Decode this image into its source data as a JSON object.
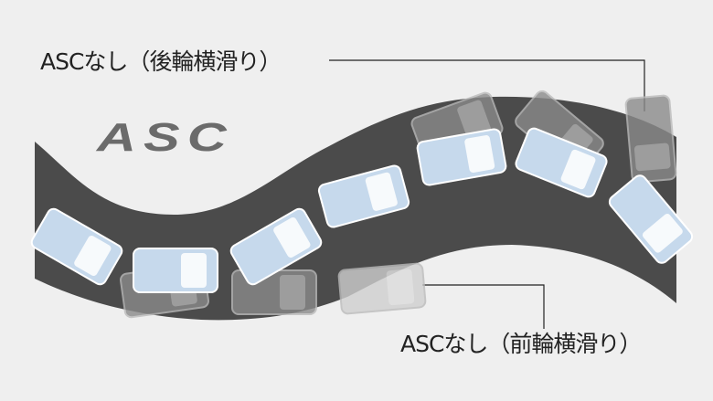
{
  "logo": "ASC",
  "labels": {
    "rear_slip": "ASCなし（後輪横滑り）",
    "front_slip": "ASCなし（前輪横滑り）"
  },
  "colors": {
    "background": "#efefef",
    "road": "#4b4b4b",
    "car_body": "#c6d9ec",
    "ghost_car": "#8a8a8a"
  }
}
